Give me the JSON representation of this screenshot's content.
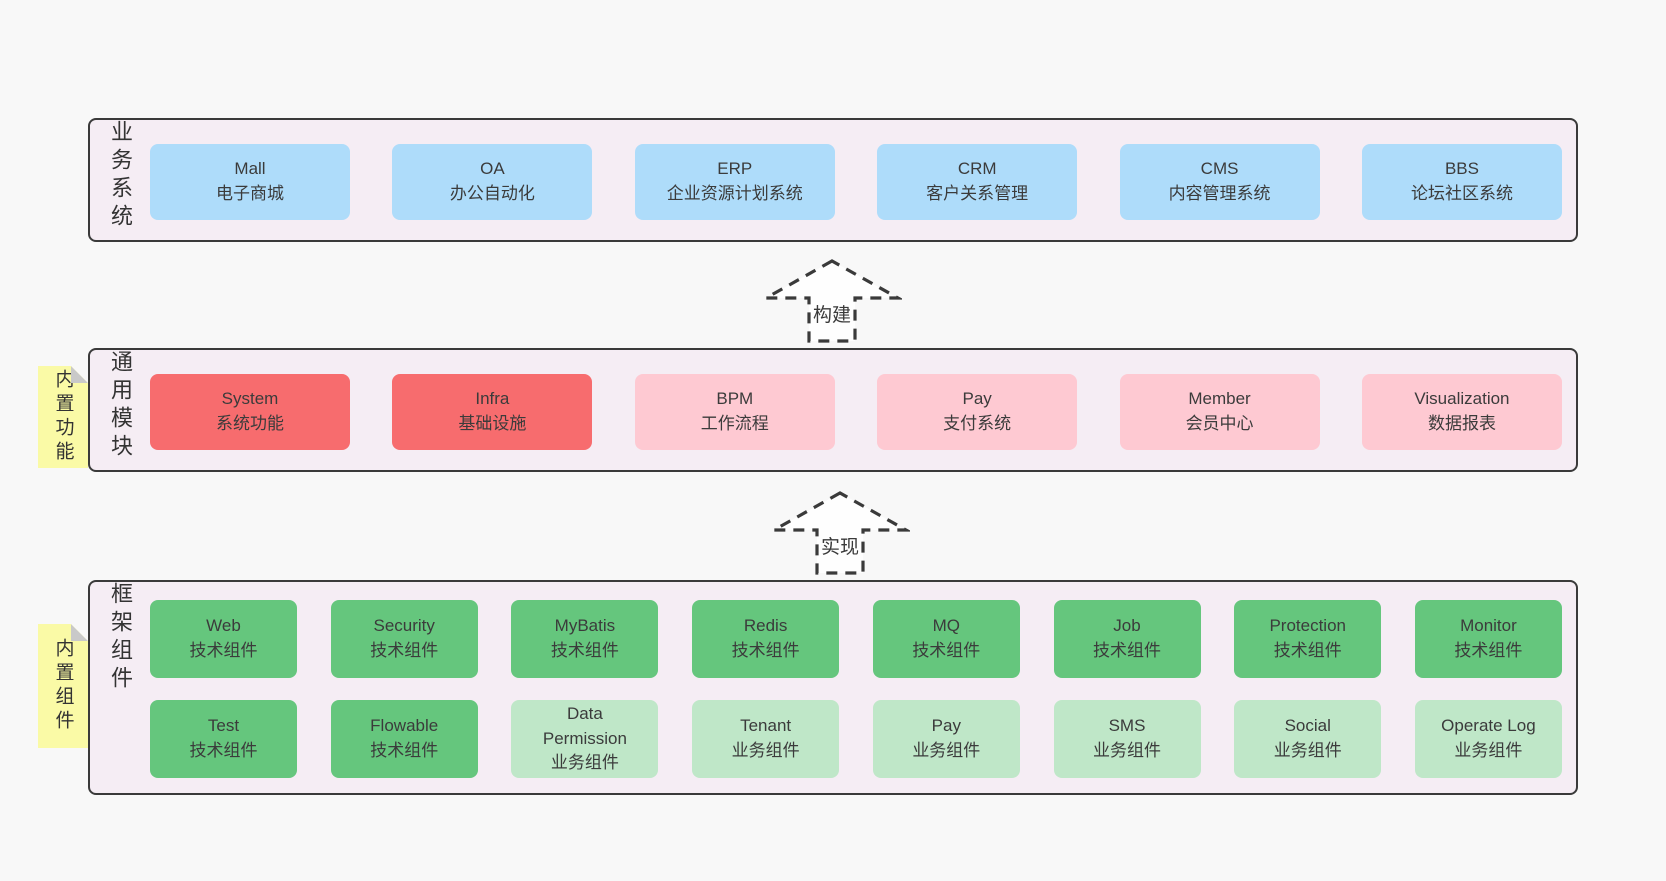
{
  "colors": {
    "pageBg": "#f8f8f8",
    "layerBg": "#f5edf4",
    "layerBorder": "#3a3a3a",
    "blue": "#aedcfa",
    "red": "#f76c6e",
    "pink": "#fec9d2",
    "green": "#65c67d",
    "lightGreen": "#bfe7c8",
    "noteYellow": "#fafaa6",
    "noteFold": "#c9c9c9",
    "text": "#3b3b3b"
  },
  "layers": {
    "business": {
      "label": "业务系统",
      "boxes": [
        {
          "title": "Mall",
          "subtitle": "电子商城"
        },
        {
          "title": "OA",
          "subtitle": "办公自动化"
        },
        {
          "title": "ERP",
          "subtitle": "企业资源计划系统"
        },
        {
          "title": "CRM",
          "subtitle": "客户关系管理"
        },
        {
          "title": "CMS",
          "subtitle": "内容管理系统"
        },
        {
          "title": "BBS",
          "subtitle": "论坛社区系统"
        }
      ]
    },
    "modules": {
      "label": "通用模块",
      "note": "内置功能",
      "boxes": [
        {
          "title": "System",
          "subtitle": "系统功能"
        },
        {
          "title": "Infra",
          "subtitle": "基础设施"
        },
        {
          "title": "BPM",
          "subtitle": "工作流程"
        },
        {
          "title": "Pay",
          "subtitle": "支付系统"
        },
        {
          "title": "Member",
          "subtitle": "会员中心"
        },
        {
          "title": "Visualization",
          "subtitle": "数据报表"
        }
      ]
    },
    "framework": {
      "label": "框架组件",
      "note": "内置组件",
      "row1": [
        {
          "title": "Web",
          "subtitle": "技术组件"
        },
        {
          "title": "Security",
          "subtitle": "技术组件"
        },
        {
          "title": "MyBatis",
          "subtitle": "技术组件"
        },
        {
          "title": "Redis",
          "subtitle": "技术组件"
        },
        {
          "title": "MQ",
          "subtitle": "技术组件"
        },
        {
          "title": "Job",
          "subtitle": "技术组件"
        },
        {
          "title": "Protection",
          "subtitle": "技术组件"
        },
        {
          "title": "Monitor",
          "subtitle": "技术组件"
        }
      ],
      "row2": [
        {
          "title": "Test",
          "subtitle": "技术组件"
        },
        {
          "title": "Flowable",
          "subtitle": "技术组件"
        },
        {
          "title": "Data Permission",
          "subtitle": "业务组件"
        },
        {
          "title": "Tenant",
          "subtitle": "业务组件"
        },
        {
          "title": "Pay",
          "subtitle": "业务组件"
        },
        {
          "title": "SMS",
          "subtitle": "业务组件"
        },
        {
          "title": "Social",
          "subtitle": "业务组件"
        },
        {
          "title": "Operate Log",
          "subtitle": "业务组件"
        }
      ]
    }
  },
  "arrows": {
    "build": {
      "label": "构建"
    },
    "implement": {
      "label": "实现"
    }
  }
}
